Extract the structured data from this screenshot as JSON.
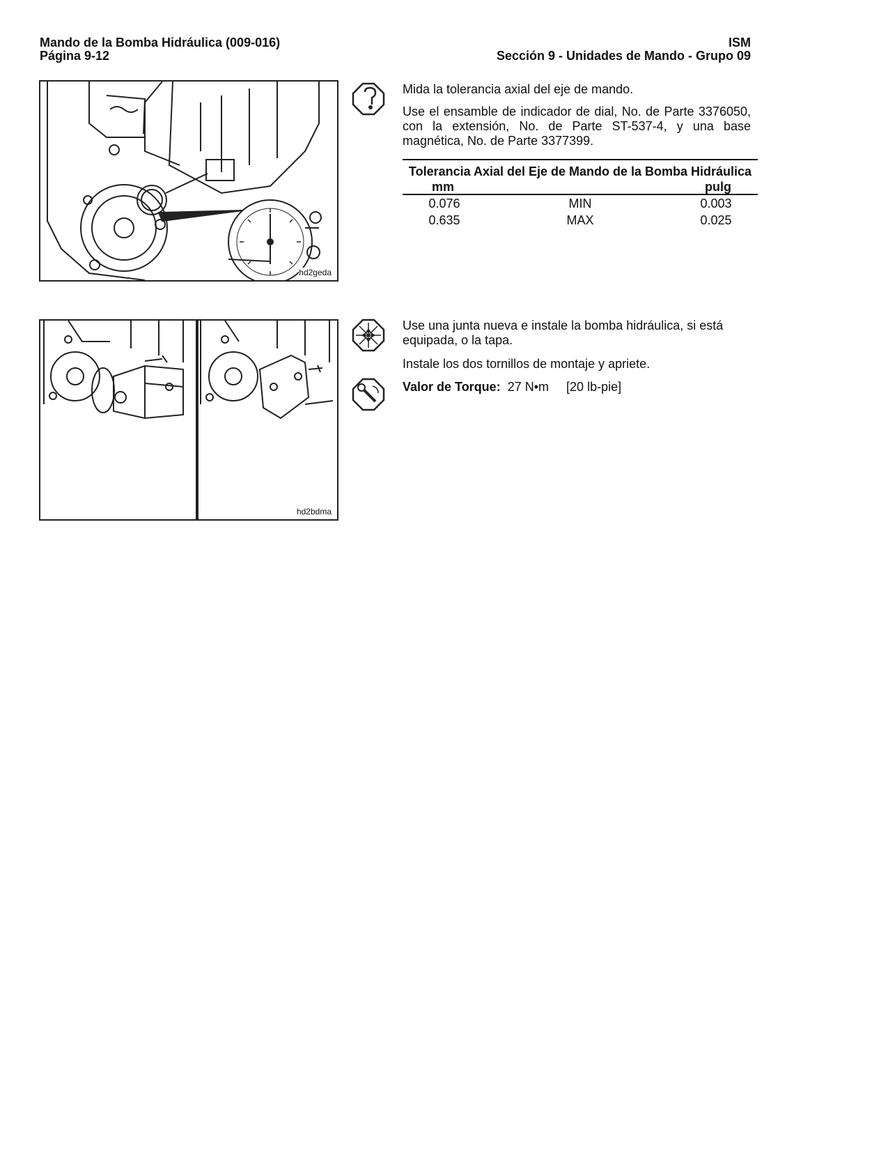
{
  "header": {
    "left_line1": "Mando de la Bomba Hidráulica (009-016)",
    "left_line2": "Página 9-12",
    "right_line1": "ISM",
    "right_line2": "Sección 9 - Unidades de Mando - Grupo 09"
  },
  "step1": {
    "icon": "measure-icon",
    "text1": "Mida la tolerancia axial del eje de mando.",
    "text2": "Use el ensamble de indicador de dial, No. de Parte 3376050, con la extensión, No. de Parte ST-537-4, y una base magnética, No. de Parte 3377399.",
    "figure_label": "hd2geda"
  },
  "table": {
    "title": "Tolerancia Axial del Eje de Mando de la Bomba Hidráulica",
    "col_left": "mm",
    "col_right": "pulg",
    "rows": [
      {
        "mm": "0.076",
        "label": "MIN",
        "pulg": "0.003"
      },
      {
        "mm": "0.635",
        "label": "MAX",
        "pulg": "0.025"
      }
    ]
  },
  "step2": {
    "icon": "install-icon",
    "text1": "Use una junta nueva e instale la bomba hidráulica, si está equipada, o la tapa.",
    "text2": "Instale los dos tornillos de montaje y apriete.",
    "torque_icon": "torque-wrench-icon",
    "torque_label": "Valor de Torque:",
    "torque_value": "27 N•m",
    "torque_imperial": "[20  lb-pie]",
    "figure_label": "hd2bdma"
  }
}
